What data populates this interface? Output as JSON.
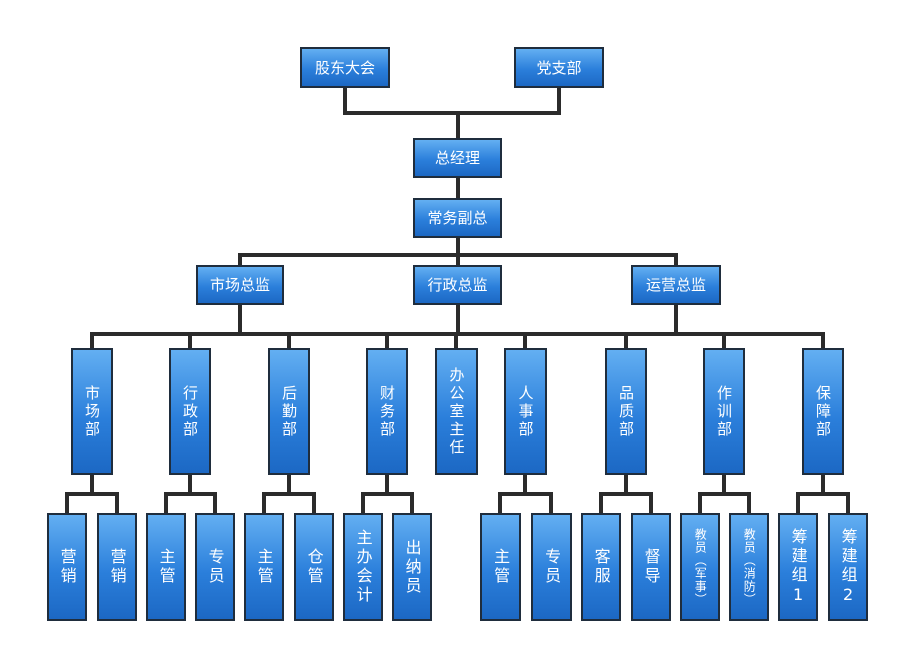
{
  "org_chart": {
    "top": {
      "shareholders": "股东大会",
      "party_branch": "党支部"
    },
    "general_manager": "总经理",
    "executive_vp": "常务副总",
    "directors": {
      "marketing": "市场总监",
      "administration": "行政总监",
      "operations": "运营总监"
    },
    "departments": {
      "market": "市场部",
      "admin": "行政部",
      "logistics": "后勤部",
      "finance": "财务部",
      "office_director": "办公室主任",
      "hr": "人事部",
      "quality": "品质部",
      "training": "作训部",
      "support": "保障部"
    },
    "sub_units": {
      "market_1": "营销",
      "market_2": "营销",
      "admin_1": "主管",
      "admin_2": "专员",
      "logistics_1": "主管",
      "logistics_2": "仓管",
      "finance_1": "主办会计",
      "finance_2": "出纳员",
      "hr_1": "主管",
      "hr_2": "专员",
      "quality_1": "客服",
      "quality_2": "督导",
      "training_1": "教员（军事）",
      "training_2": "教员（消防）",
      "support_1": "筹建组1",
      "support_2": "筹建组2"
    }
  }
}
